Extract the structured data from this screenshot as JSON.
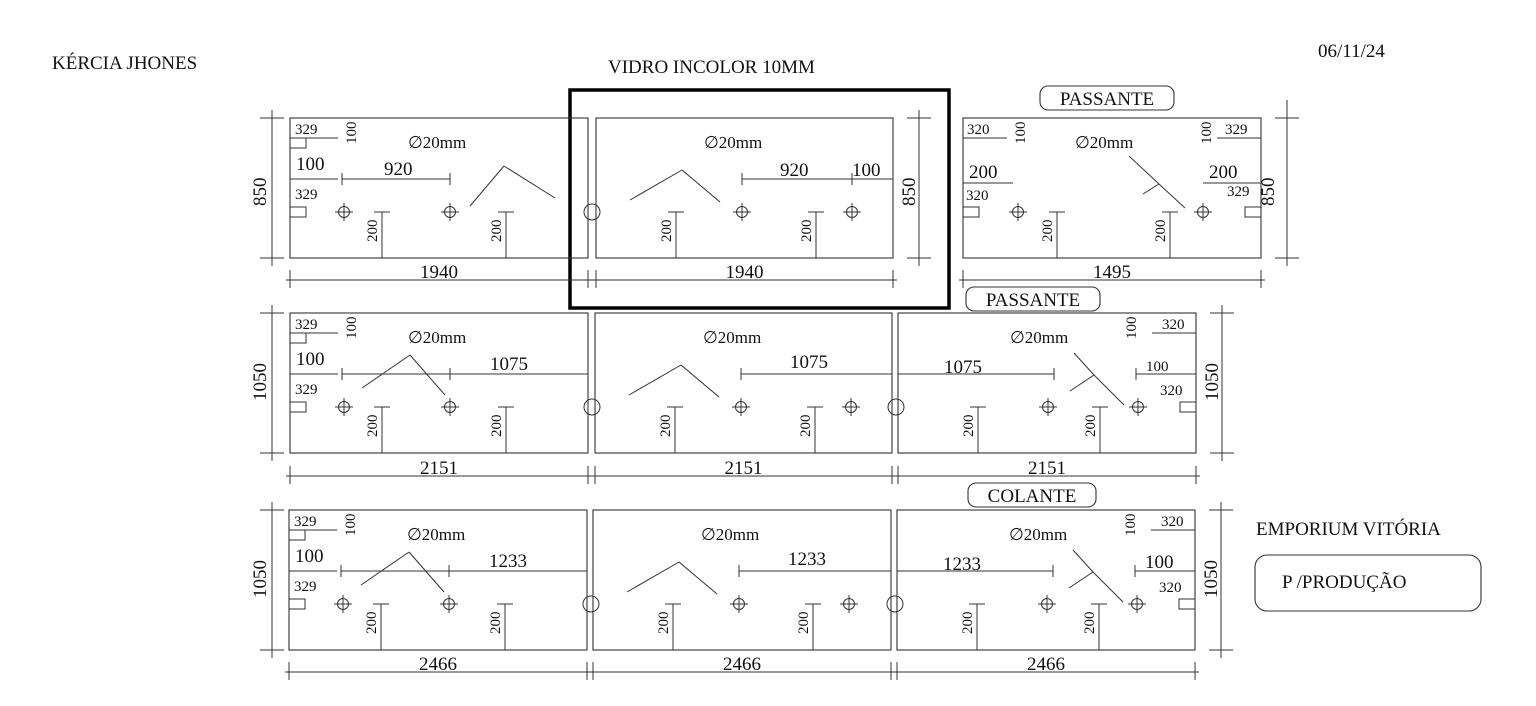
{
  "header": {
    "client": "KÉRCIA JHONES",
    "title": "VIDRO INCOLOR 10MM",
    "date": "06/11/24"
  },
  "footer": {
    "company": "EMPORIUM VITÓRIA",
    "stage": "P /PRODUÇÃO"
  },
  "common": {
    "hole": "∅20mm",
    "notch_offset": "200"
  },
  "rows": [
    {
      "height": "850",
      "label": "PASSANTE",
      "panels": [
        {
          "width": "1940",
          "edge_a": "329",
          "edge_b": "100",
          "edge_c": "329",
          "left_offset": "100",
          "span": "920"
        },
        {
          "width": "1940",
          "span": "920",
          "right_offset": "100"
        },
        {
          "width": "1495",
          "left_a": "320",
          "left_b": "100",
          "left_offset": "200",
          "left_c": "320",
          "right_a": "100",
          "right_b": "329",
          "right_offset": "200",
          "right_c": "329"
        }
      ]
    },
    {
      "height": "1050",
      "label": "PASSANTE",
      "panels": [
        {
          "width": "2151",
          "edge_a": "329",
          "edge_b": "100",
          "edge_c": "329",
          "left_offset": "100",
          "span": "1075"
        },
        {
          "width": "2151",
          "span": "1075"
        },
        {
          "width": "2151",
          "span": "1075",
          "edge_a": "100",
          "edge_b": "320",
          "right_offset": "100",
          "edge_c": "320"
        }
      ]
    },
    {
      "height": "1050",
      "label": "COLANTE",
      "panels": [
        {
          "width": "2466",
          "edge_a": "329",
          "edge_b": "100",
          "edge_c": "329",
          "left_offset": "100",
          "span": "1233"
        },
        {
          "width": "2466",
          "span": "1233"
        },
        {
          "width": "2466",
          "span": "1233",
          "edge_a": "100",
          "edge_b": "320",
          "right_offset": "100",
          "edge_c": "320"
        }
      ]
    }
  ]
}
